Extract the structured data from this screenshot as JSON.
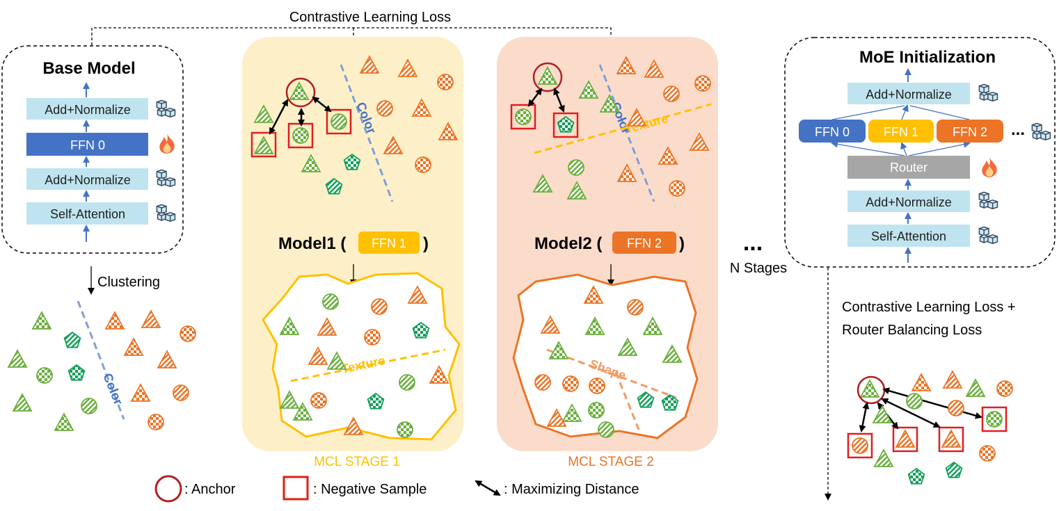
{
  "top_loss_label": "Contrastive Learning Loss",
  "base_model": {
    "title": "Base Model",
    "blocks": [
      "Add+Normalize",
      "FFN 0",
      "Add+Normalize",
      "Self-Attention"
    ]
  },
  "clustering_label": "Clustering",
  "stage1": {
    "model_label": "Model1 (",
    "ffn_label": "FFN 1",
    "close_paren": ")",
    "color_label": "Color",
    "texture_label": "Texture",
    "stage_label": "MCL STAGE 1"
  },
  "stage2": {
    "model_label": "Model2 (",
    "ffn_label": "FFN 2",
    "close_paren": ")",
    "color_label": "Color",
    "texture_label": "Texture",
    "shape_label": "Shape",
    "stage_label": "MCL STAGE 2"
  },
  "cluster_color_label": "Color",
  "n_stages": {
    "dots": "...",
    "label": "N Stages"
  },
  "moe": {
    "title": "MoE Initialization",
    "add_norm_top": "Add+Normalize",
    "ffns": [
      "FFN 0",
      "FFN 1",
      "FFN 2"
    ],
    "ellipsis": "...",
    "router": "Router",
    "add_norm_bottom": "Add+Normalize",
    "self_attention": "Self-Attention"
  },
  "final_loss": {
    "line1": "Contrastive Learning Loss +",
    "line2": "Router Balancing Loss"
  },
  "legend": {
    "anchor": ": Anchor",
    "negative": ": Negative Sample",
    "maximize": ": Maximizing Distance"
  },
  "colors": {
    "green": "#6aaf3d",
    "green_dark": "#2e8b3a",
    "pentagon_green": "#13a05a",
    "orange": "#ec7426",
    "yellow": "#ffc000",
    "block_light": "#bfe4ef",
    "block_blue": "#4472c4",
    "router_gray": "#a6a6a6",
    "stage1_bg": "#fdf0c8",
    "stage2_bg": "#fbdccb",
    "anchor_red": "#b02020",
    "negative_red": "#e21d1d",
    "divider_blue": "#7f9fd6"
  }
}
